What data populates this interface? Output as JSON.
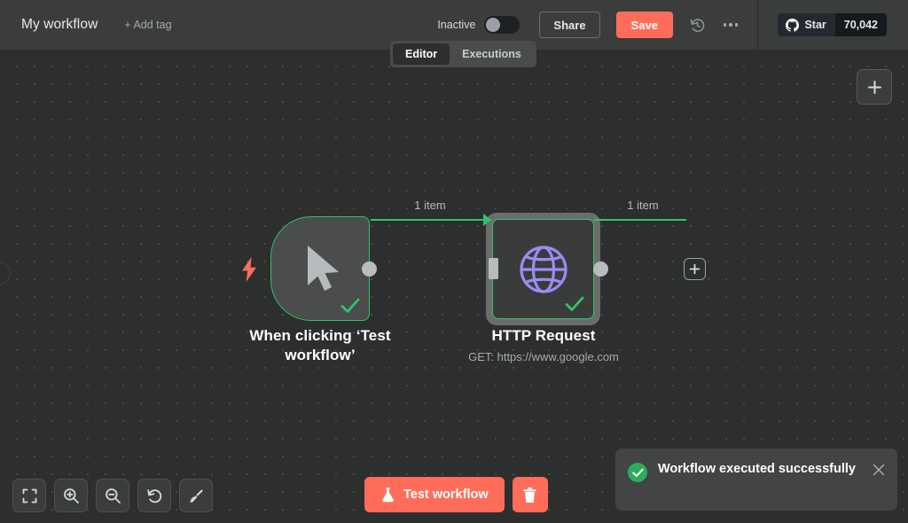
{
  "header": {
    "workflow_title": "My workflow",
    "add_tag_label": "+ Add tag",
    "active_state_label": "Inactive",
    "share_label": "Share",
    "save_label": "Save",
    "history_icon": "history-icon",
    "more_icon": "ellipsis-icon",
    "github": {
      "icon": "github-icon",
      "star_label": "Star",
      "star_count": "70,042"
    }
  },
  "tabs": [
    {
      "label": "Editor",
      "active": true
    },
    {
      "label": "Executions",
      "active": false
    }
  ],
  "canvas": {
    "add_node_icon": "plus-icon",
    "nodes": [
      {
        "name": "When clicking ‘Test workflow’",
        "icon": "cursor-pointer-icon",
        "badge_icon": "lightning-bolt-icon",
        "status_icon": "check-icon",
        "selected": false,
        "subtitle": ""
      },
      {
        "name": "HTTP Request",
        "icon": "globe-icon",
        "status_icon": "check-icon",
        "selected": true,
        "subtitle": "GET: https://www.google.com"
      }
    ],
    "connections": [
      {
        "label": "1 item"
      },
      {
        "label": "1 item"
      }
    ],
    "connection_end_icon": "plus-icon"
  },
  "zoom_tools": [
    {
      "name": "fit-to-view",
      "icon": "fit-view-icon"
    },
    {
      "name": "zoom-in",
      "icon": "zoom-in-icon"
    },
    {
      "name": "zoom-out",
      "icon": "zoom-out-icon"
    },
    {
      "name": "reset-zoom",
      "icon": "undo-arrow-icon"
    },
    {
      "name": "tidy-up",
      "icon": "broom-icon"
    }
  ],
  "run_tools": {
    "test_label": "Test workflow",
    "test_icon": "flask-icon",
    "delete_icon": "trash-icon"
  },
  "toast": {
    "message": "Workflow executed successfully",
    "status_icon": "check-circle-icon",
    "close_icon": "close-icon"
  },
  "colors": {
    "accent": "#ff6d5a",
    "success": "#31c46c",
    "canvas_bg": "#2d2e2e",
    "header_bg": "#3b3c3c",
    "node_icon_purple": "#9a8cf5"
  }
}
